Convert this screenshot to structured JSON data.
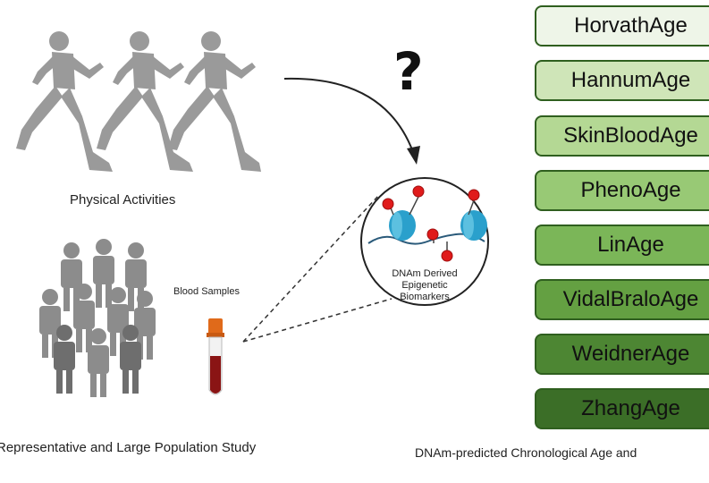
{
  "labels": {
    "physical_activities": "Physical Activities",
    "blood_samples": "Blood Samples",
    "population_study": "Representative and Large Population Study",
    "question_mark": "?",
    "dnam_line1": "DNAm Derived",
    "dnam_line2": "Epigenetic",
    "dnam_line3": "Biomarkers",
    "bottom_right": "DNAm-predicted Chronological Age and"
  },
  "clocks": [
    {
      "name": "HorvathAge",
      "color": "#eef5e8"
    },
    {
      "name": "HannumAge",
      "color": "#cfe5b8"
    },
    {
      "name": "SkinBloodAge",
      "color": "#b4d894"
    },
    {
      "name": "PhenoAge",
      "color": "#98c975"
    },
    {
      "name": "LinAge",
      "color": "#7bb658"
    },
    {
      "name": "VidalBraloAge",
      "color": "#64a042"
    },
    {
      "name": "WeidnerAge",
      "color": "#4d8633"
    },
    {
      "name": "ZhangAge",
      "color": "#3b6e27"
    }
  ]
}
